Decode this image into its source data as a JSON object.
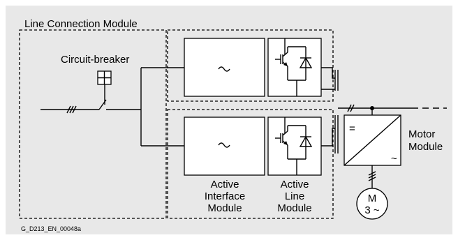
{
  "labels": {
    "line_connection_module": "Line Connection Module",
    "circuit_breaker": "Circuit-breaker",
    "motor_module": [
      "Motor",
      "Module"
    ],
    "active_interface_module": [
      "Active",
      "Interface",
      "Module"
    ],
    "active_line_module": [
      "Active",
      "Line",
      "Module"
    ],
    "motor_symbol": [
      "M",
      "3 ~"
    ],
    "converter_symbols": {
      "dc": "=",
      "ac": "~"
    },
    "figure_id": "G_D213_EN_00048a"
  },
  "colors": {
    "background": "#e8e8e8",
    "boxes": "#ffffff",
    "lines": "#000000"
  }
}
